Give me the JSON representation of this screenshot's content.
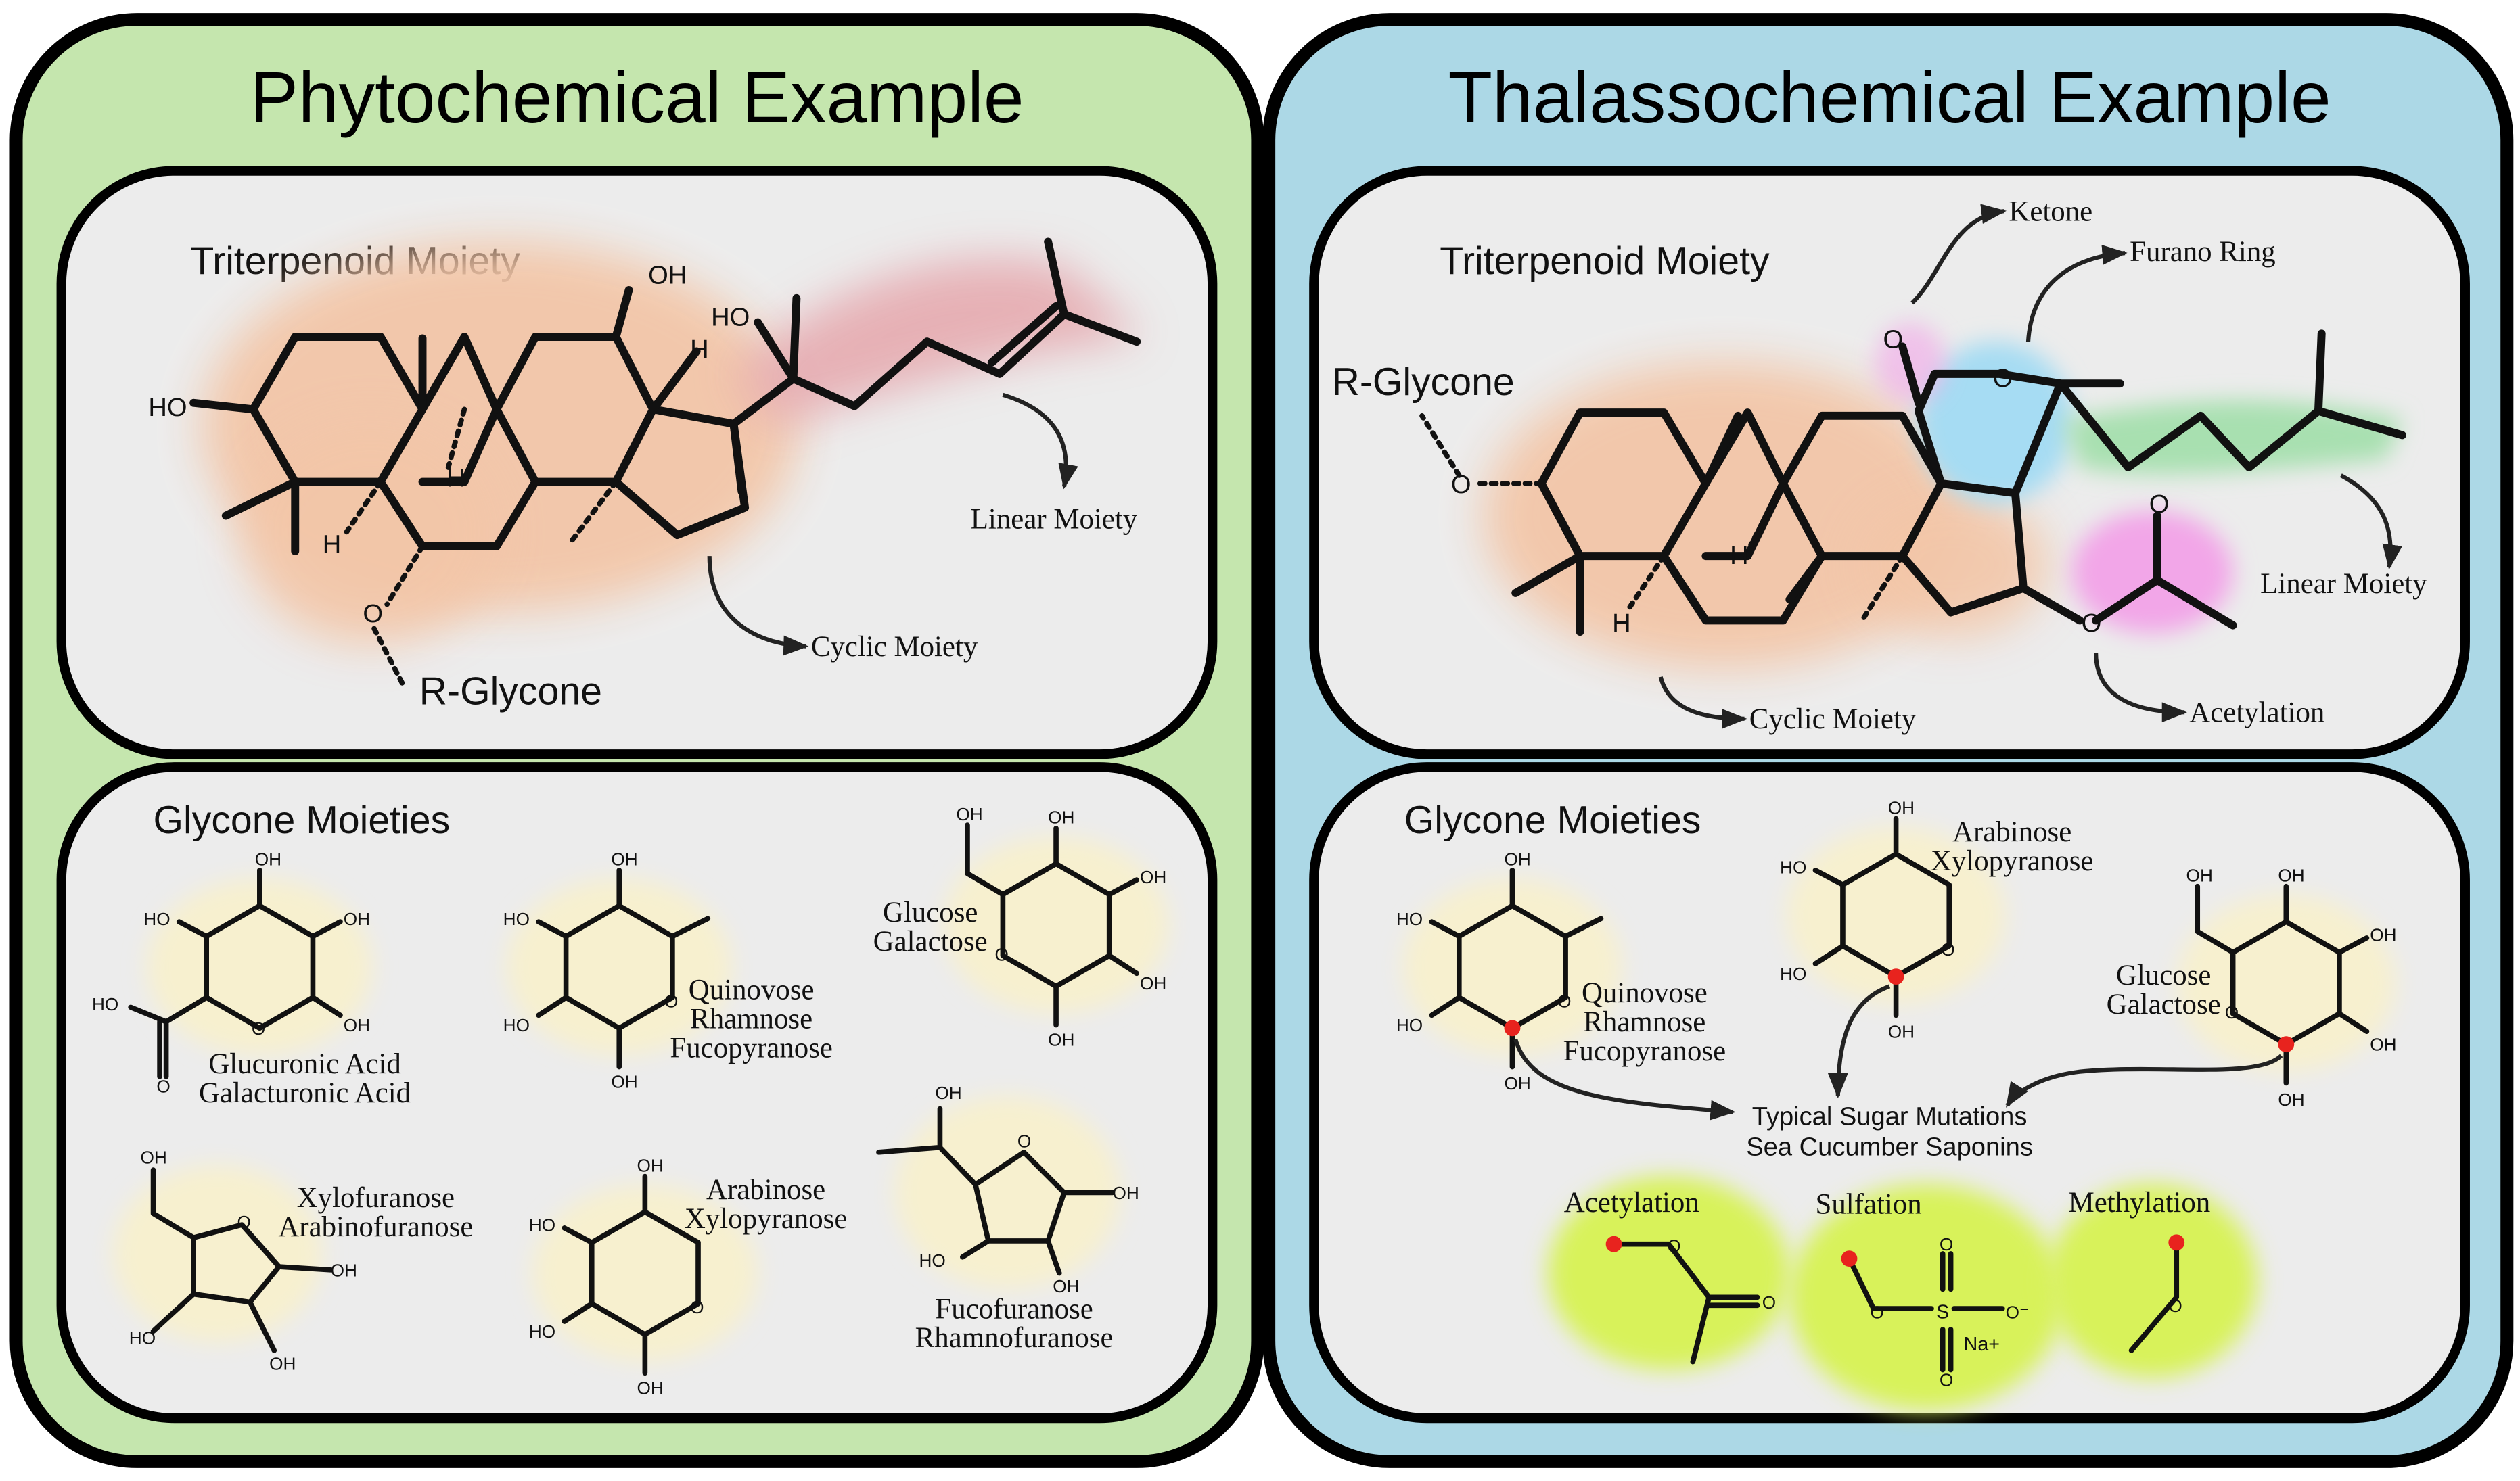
{
  "left": {
    "title": "Phytochemical Example",
    "bg": "#c5e6ae",
    "aglycone": {
      "heading": "Triterpenoid Moiety",
      "linear_label": "Linear Moiety",
      "cyclic_label": "Cyclic Moiety",
      "glycone_label": "R-Glycone"
    },
    "glycones": {
      "heading": "Glycone Moieties",
      "sugars": [
        {
          "line1": "Glucuronic Acid",
          "line2": "Galacturonic Acid"
        },
        {
          "line1": "Quinovose",
          "line2": "Rhamnose",
          "line3": "Fucopyranose"
        },
        {
          "line1": "Glucose",
          "line2": "Galactose"
        },
        {
          "line1": "Xylofuranose",
          "line2": "Arabinofuranose"
        },
        {
          "line1": "Arabinose",
          "line2": "Xylopyranose"
        },
        {
          "line1": "Fucofuranose",
          "line2": "Rhamnofuranose"
        }
      ]
    }
  },
  "right": {
    "title": "Thalassochemical Example",
    "bg": "#acd8e6",
    "aglycone": {
      "heading": "Triterpenoid Moiety",
      "glycone_label": "R-Glycone",
      "ketone_label": "Ketone",
      "furano_label": "Furano Ring",
      "linear_label": "Linear Moiety",
      "cyclic_label": "Cyclic Moiety",
      "acetylation_label": "Acetylation"
    },
    "glycones": {
      "heading": "Glycone Moieties",
      "sugars": [
        {
          "line1": "Arabinose",
          "line2": "Xylopyranose"
        },
        {
          "line1": "Quinovose",
          "line2": "Rhamnose",
          "line3": "Fucopyranose"
        },
        {
          "line1": "Glucose",
          "line2": "Galactose"
        }
      ],
      "mutations_line1": "Typical Sugar Mutations",
      "mutations_line2": "Sea Cucumber Saponins",
      "mods": [
        {
          "label": "Acetylation"
        },
        {
          "label": "Sulfation",
          "counter_ion": "Na+"
        },
        {
          "label": "Methylation"
        }
      ]
    }
  },
  "atoms": {
    "oh": "OH",
    "ho": "HO",
    "o": "O",
    "h": "H",
    "s": "S",
    "o_minus": "O⁻"
  },
  "colors": {
    "outline": "#000000",
    "inner_panel": "#ececec",
    "cyclic_glow": "#f3c6a8",
    "linear_glow": "#e6aab0",
    "furano_glow": "#a6dcf3",
    "side_chain_glow": "#a8e0b0",
    "acetyl_glow": "#f2a6e8",
    "sugar_glow": "#f7f0cf",
    "mutation_glow": "#d8f25a",
    "attachment_dot": "#e8231e"
  }
}
